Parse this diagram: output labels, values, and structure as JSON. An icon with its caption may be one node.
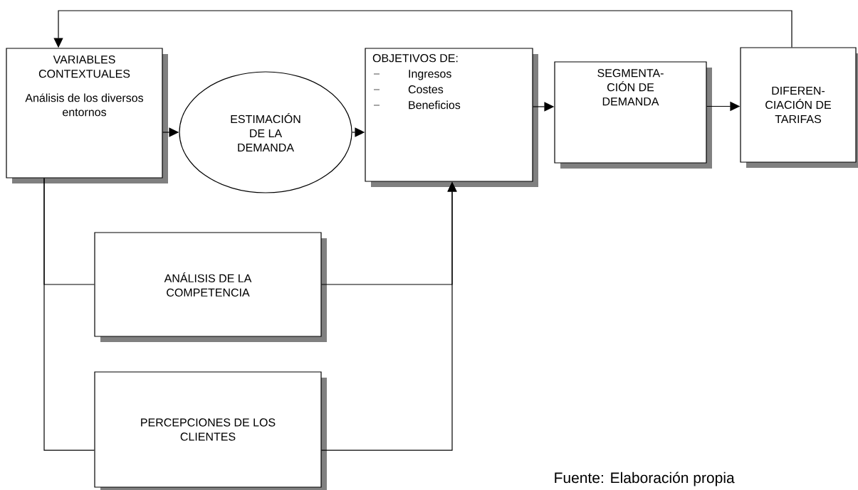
{
  "diagram": {
    "nodes": [
      {
        "text": [
          "VARIABLES CONTEXTUALES",
          "Análisis de los diversos entornos"
        ]
      },
      {
        "text": [
          "ESTIMACIÓN DE LA DEMANDA"
        ]
      },
      {
        "text": [
          "OBJETIVOS DE:",
          "Ingresos",
          "Costes",
          "Beneficios"
        ]
      },
      {
        "text": [
          "SEGMENTA- CIÓN DE DEMANDA"
        ]
      },
      {
        "text": [
          "DIFEREN- CIACIÓN DE TARIFAS"
        ]
      },
      {
        "text": [
          "ANÁLISIS DE LA COMPETENCIA"
        ]
      },
      {
        "text": [
          "PERCEPCIONES DE LOS CLIENTES"
        ]
      }
    ],
    "edges": [
      {
        "from": 0,
        "to": 1,
        "arrow": "to"
      },
      {
        "from": 1,
        "to": 2,
        "arrow": "to"
      },
      {
        "from": 2,
        "to": 3,
        "arrow": "to"
      },
      {
        "from": 3,
        "to": 4,
        "arrow": "to"
      },
      {
        "from": 4,
        "to": 0,
        "arrow": "to"
      },
      {
        "from": 0,
        "to": 5,
        "arrow": "none"
      },
      {
        "from": 0,
        "to": 6,
        "arrow": "none"
      },
      {
        "from": 5,
        "to": 2,
        "arrow": "to"
      },
      {
        "from": 6,
        "to": 2,
        "arrow": "to"
      }
    ],
    "labels": [
      "Fuente: Elaboración propia"
    ]
  }
}
